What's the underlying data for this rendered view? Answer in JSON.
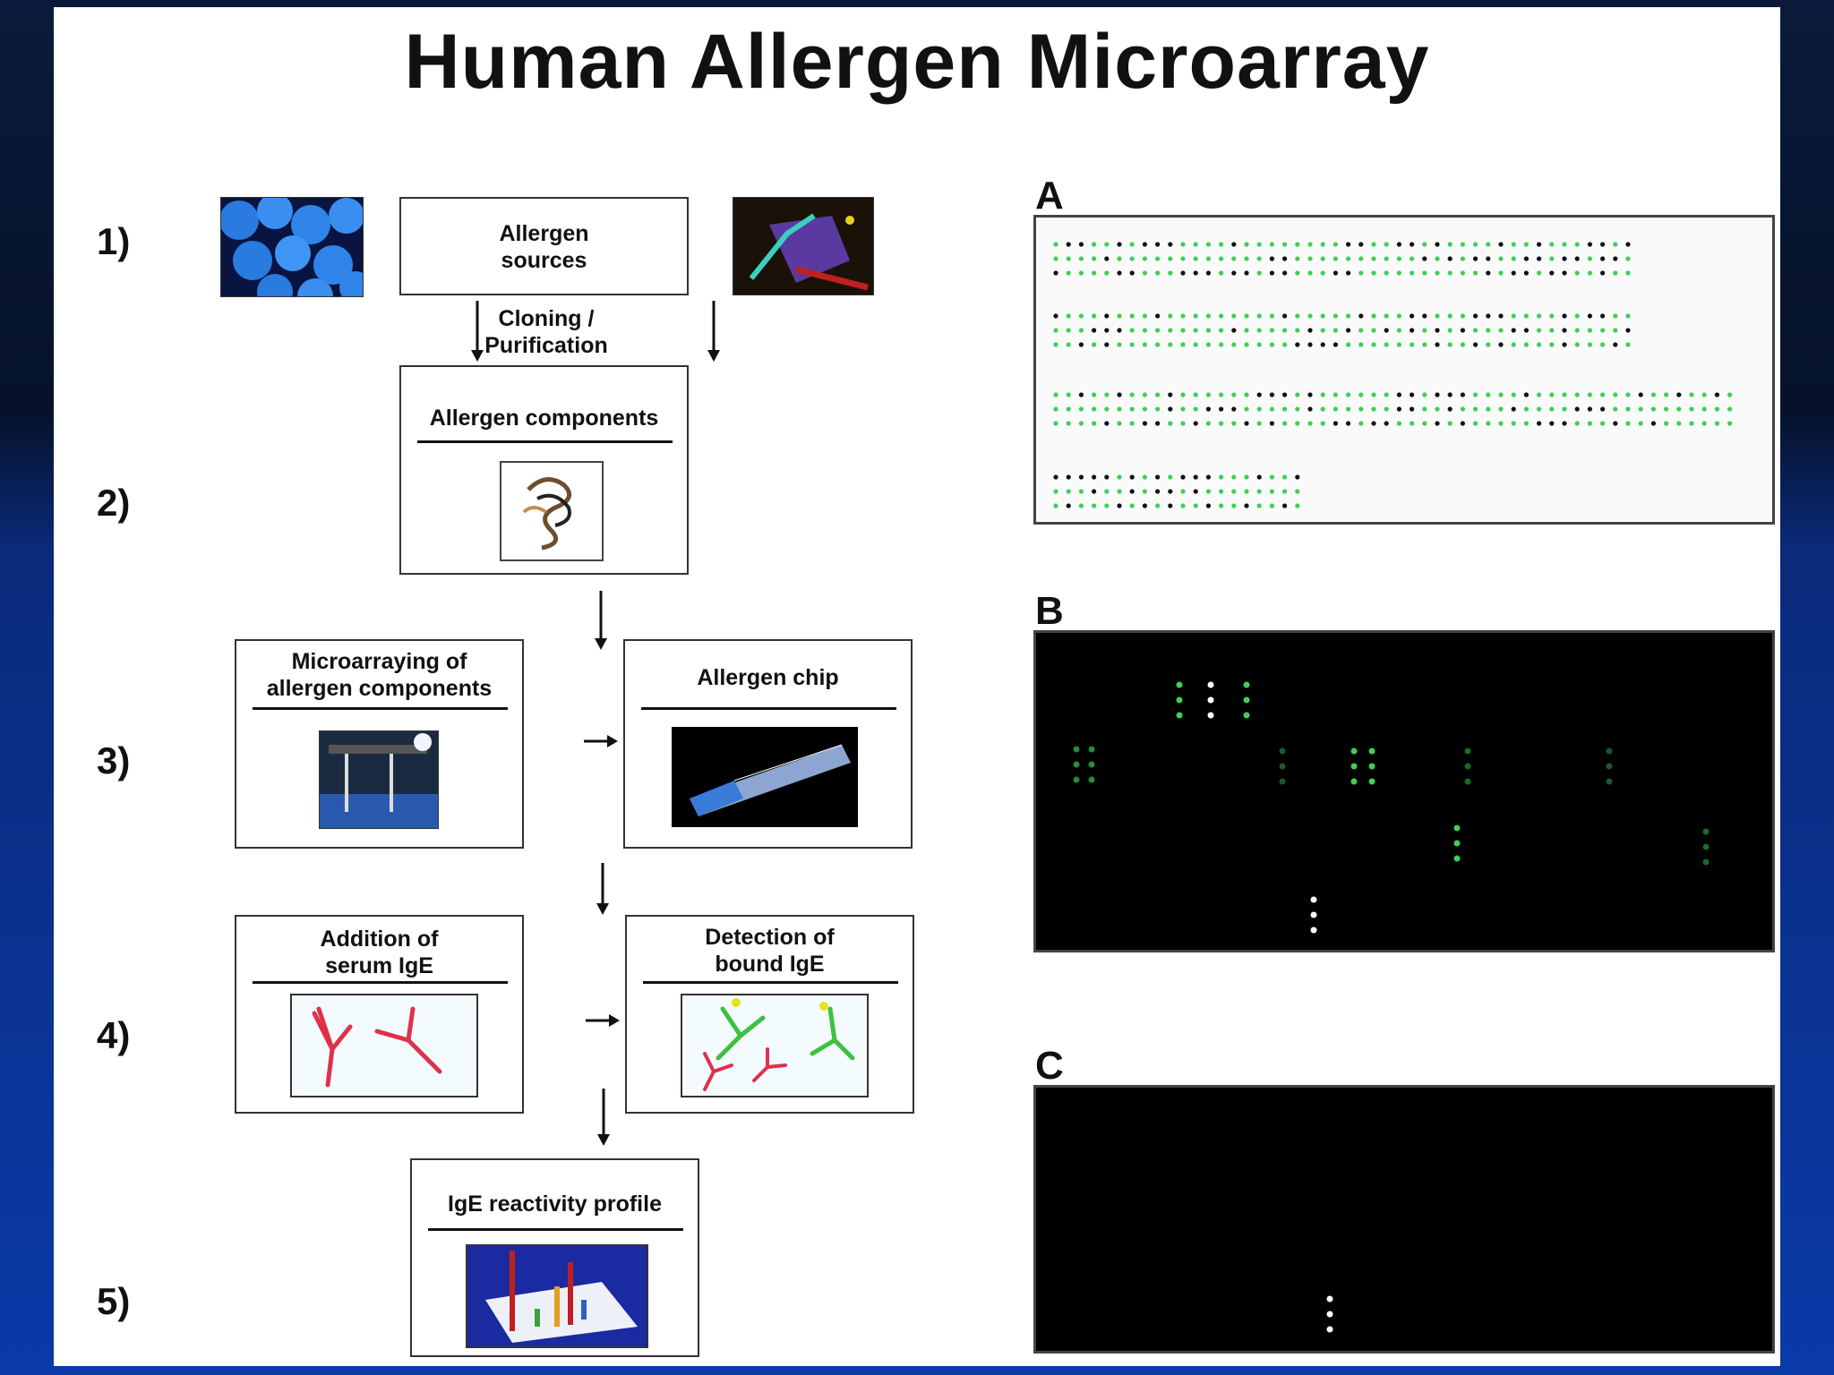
{
  "title": "Human Allergen Microarray",
  "steps": [
    "1)",
    "2)",
    "3)",
    "4)",
    "5)"
  ],
  "flow": {
    "allergen_sources": "Allergen\nsources",
    "cloning": "Cloning /\nPurification",
    "allergen_components": "Allergen components",
    "microarraying": "Microarraying of\nallergen components",
    "allergen_chip": "Allergen chip",
    "addition": "Addition of\nserum IgE",
    "detection": "Detection of\nbound IgE",
    "profile": "IgE reactivity profile"
  },
  "panels": [
    "A",
    "B",
    "C"
  ],
  "colors": {
    "slide_bg": "#ffffff",
    "frame_blue": "#0a3aa8",
    "spot_green": "#3fcf55",
    "antibody_red": "#e0304a"
  }
}
